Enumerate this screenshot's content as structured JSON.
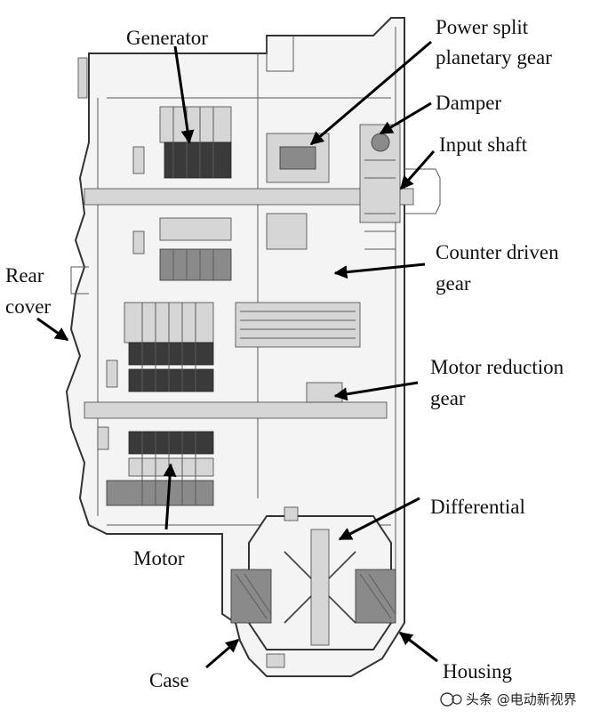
{
  "labels": {
    "generator": "Generator",
    "power_split_1": "Power split",
    "power_split_2": "planetary gear",
    "damper": "Damper",
    "input_shaft": "Input shaft",
    "rear_cover_1": "Rear",
    "rear_cover_2": "cover",
    "counter_driven_1": "Counter driven",
    "counter_driven_2": "gear",
    "motor_reduction_1": "Motor reduction",
    "motor_reduction_2": "gear",
    "differential": "Differential",
    "motor": "Motor",
    "case": "Case",
    "housing": "Housing"
  },
  "watermark": {
    "text": "头条 @电动新视界"
  },
  "colors": {
    "line": "#3a3a3a",
    "dark_fill": "#3a3a3a",
    "mid_fill": "#8a8a8a",
    "light_fill": "#d6d6d6",
    "background": "#ffffff"
  }
}
